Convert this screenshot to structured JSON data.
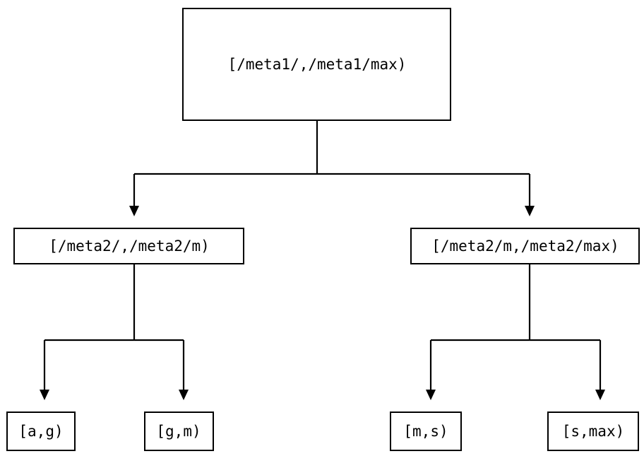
{
  "diagram": {
    "type": "tree",
    "title": "",
    "background_color": "#ffffff",
    "line_color": "#000000",
    "box_fill_color": "#ffffff",
    "nodes": {
      "root": {
        "label": "[/meta1/,/meta1/max)"
      },
      "mid_left": {
        "label": "[/meta2/,/meta2/m)"
      },
      "mid_right": {
        "label": "[/meta2/m,/meta2/max)"
      },
      "leaf_a": {
        "label": "[a,g)"
      },
      "leaf_b": {
        "label": "[g,m)"
      },
      "leaf_c": {
        "label": "[m,s)"
      },
      "leaf_d": {
        "label": "[s,max)"
      }
    },
    "edges": [
      {
        "from": "root",
        "to": "mid_left",
        "arrow": "down"
      },
      {
        "from": "root",
        "to": "mid_right",
        "arrow": "down"
      },
      {
        "from": "mid_left",
        "to": "leaf_a",
        "arrow": "down"
      },
      {
        "from": "mid_left",
        "to": "leaf_b",
        "arrow": "down"
      },
      {
        "from": "mid_right",
        "to": "leaf_c",
        "arrow": "down"
      },
      {
        "from": "mid_right",
        "to": "leaf_d",
        "arrow": "down"
      }
    ]
  }
}
